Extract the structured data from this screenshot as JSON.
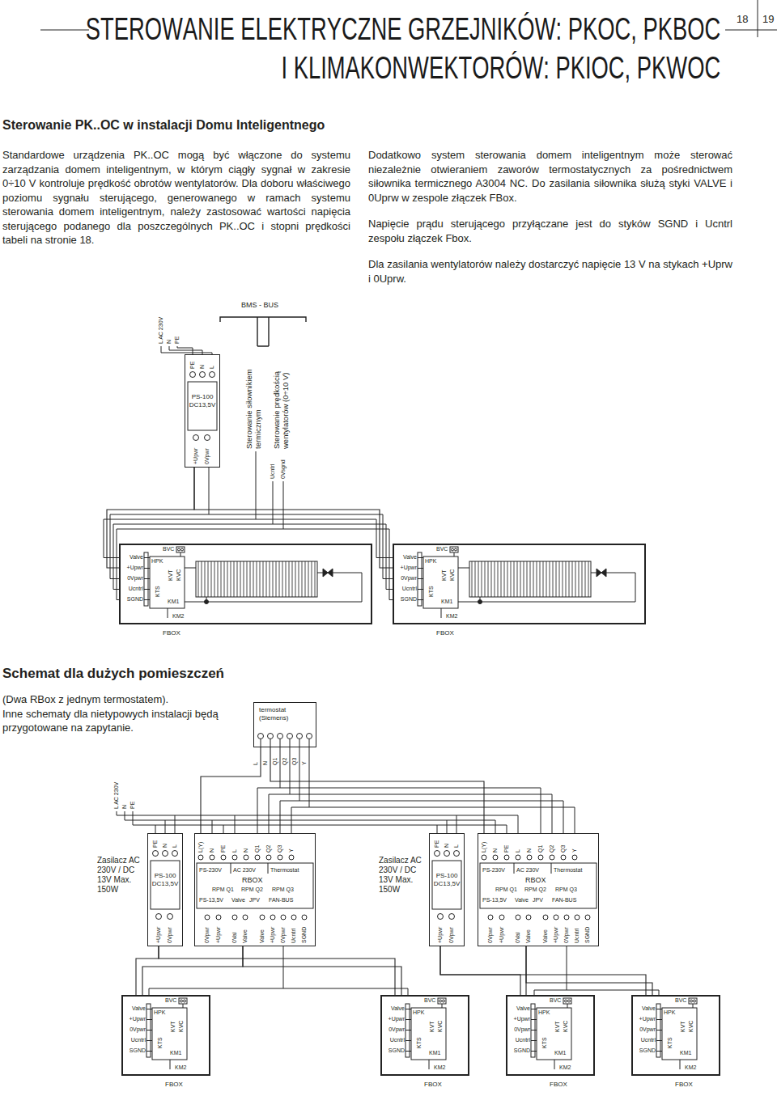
{
  "diagram": {
    "title": "STEROWANIE ELEKTRYCZNE GRZEJNIKÓW: PKOC, PKBOC I KLIMAKONWEKTORÓW: PKIOC, PKWOC",
    "nodes": [
      {
        "text": [
          "PS-100 DC13,5V"
        ]
      },
      {
        "text": [
          "FBOX"
        ]
      },
      {
        "text": [
          "FBOX"
        ]
      },
      {
        "text": [
          "termostat (Siemens)"
        ]
      },
      {
        "text": [
          "PS-100 DC13,5V"
        ]
      },
      {
        "text": [
          "RBOX"
        ]
      },
      {
        "text": [
          "PS-100 DC13,5V"
        ]
      },
      {
        "text": [
          "RBOX"
        ]
      },
      {
        "text": [
          "FBOX"
        ]
      },
      {
        "text": [
          "FBOX"
        ]
      },
      {
        "text": [
          "FBOX"
        ]
      },
      {
        "text": [
          "FBOX"
        ]
      }
    ],
    "edges": [
      {
        "from": 0,
        "to": 1,
        "arrow": "none"
      },
      {
        "from": 0,
        "to": 2,
        "arrow": "none"
      },
      {
        "from": 3,
        "to": 5,
        "arrow": "none"
      },
      {
        "from": 3,
        "to": 7,
        "arrow": "none"
      },
      {
        "from": 4,
        "to": 8,
        "arrow": "none"
      },
      {
        "from": 4,
        "to": 9,
        "arrow": "none"
      },
      {
        "from": 5,
        "to": 8,
        "arrow": "none"
      },
      {
        "from": 5,
        "to": 9,
        "arrow": "none"
      },
      {
        "from": 6,
        "to": 10,
        "arrow": "none"
      },
      {
        "from": 6,
        "to": 11,
        "arrow": "none"
      },
      {
        "from": 7,
        "to": 10,
        "arrow": "none"
      },
      {
        "from": 7,
        "to": 11,
        "arrow": "none"
      }
    ],
    "labels": [
      "18",
      "19",
      "Sterowanie PK..OC w instalacji Domu Inteligentnego",
      "Standardowe urządzenia PK..OC mogą być włączone do systemu zarządzania domem inteligentnym, w którym ciągły sygnał w zakresie 0÷10 V kontroluje prędkość obrotów wentylatorów. Dla doboru właściwego poziomu sygnału sterującego, generowanego w ramach systemu sterowania domem inteligentnym, należy zastosować wartości napięcia sterującego podanego dla poszczególnych PK..OC i stopni prędkości tabeli na stronie 18.",
      "Dodatkowo system sterowania domem inteligentnym może sterować niezależnie otwieraniem zaworów termostatycznych za pośrednictwem siłownika termicznego A3004 NC. Do zasilania siłownika służą styki VALVE i 0Uprw w zespole złączek FBox.",
      "Napięcie prądu sterującego przyłączane jest do styków SGND i Ucntrl zespołu złączek Fbox.",
      "Dla zasilania wentylatorów należy dostarczyć napięcie 13 V na stykach +Uprw i 0Uprw.",
      "L AC 230V",
      "N",
      "PE",
      "PE",
      "N",
      "L",
      "+Upwr",
      "0Vpwr",
      "BMS - BUS",
      "Sterowanie siłownikiem termicznym",
      "Sterowanie prędkością wentylatorów (0÷10 V)",
      "Ucntrl",
      "0Vsgnd",
      "Valve",
      "+Upwr",
      "0Vpwr",
      "Ucntrl",
      "SGND",
      "HPK",
      "BVC",
      "KVT",
      "KVC",
      "KTS",
      "KM1",
      "KM2",
      "Valve",
      "+Upwr",
      "0Vpwr",
      "Ucntrl",
      "SGND",
      "HPK",
      "BVC",
      "KVT",
      "KVC",
      "KTS",
      "KM1",
      "KM2",
      "Schemat dla dużych pomieszczeń",
      "(Dwa RBox z jednym termostatem).",
      "Inne schematy dla nietypowych instalacji będą przygotowane na zapytanie.",
      "L",
      "N",
      "Q1",
      "Q2",
      "Q3",
      "Y",
      "L AC 230V",
      "N",
      "PE",
      "Zasilacz AC 230V / DC 13V Max. 150W",
      "PE",
      "N",
      "L",
      "+Upwr",
      "0Vpwr",
      "L(Y)",
      "N",
      "PE",
      "L",
      "N",
      "Q1",
      "Q2",
      "Q3",
      "Y",
      "PS-230V",
      "AC 230V",
      "Thermostat",
      "RPM Q1",
      "RPM Q2",
      "RPM Q3",
      "PS-13,5V",
      "Valve",
      "JPV",
      "FAN-BUS",
      "0Vpwr",
      "+Upwr",
      "0Val",
      "Valve",
      "Valve",
      "+Upwr",
      "0Vpwr",
      "Ucntrl",
      "SGND",
      "Zasilacz AC 230V / DC 13V Max. 150W",
      "PE",
      "N",
      "L",
      "+Upwr",
      "0Vpwr",
      "L(Y)",
      "N",
      "PE",
      "L",
      "N",
      "Q1",
      "Q2",
      "Q3",
      "Y",
      "PS-230V",
      "AC 230V",
      "Thermostat",
      "RPM Q1",
      "RPM Q2",
      "RPM Q3",
      "PS-13,5V",
      "Valve",
      "JPV",
      "FAN-BUS",
      "0Vpwr",
      "+Upwr",
      "0Val",
      "Valve",
      "Valve",
      "+Upwr",
      "0Vpwr",
      "Ucntrl",
      "SGND",
      "Valve",
      "+Upwr",
      "0Vpwr",
      "Ucntrl",
      "SGND",
      "HPK",
      "BVC",
      "KVT",
      "KVC",
      "KTS",
      "KM1",
      "KM2",
      "Valve",
      "+Upwr",
      "0Vpwr",
      "Ucntrl",
      "SGND",
      "HPK",
      "BVC",
      "KVT",
      "KVC",
      "KTS",
      "KM1",
      "KM2",
      "Valve",
      "+Upwr",
      "0Vpwr",
      "Ucntrl",
      "SGND",
      "HPK",
      "BVC",
      "KVT",
      "KVC",
      "KTS",
      "KM1",
      "KM2",
      "Valve",
      "+Upwr",
      "0Vpwr",
      "Ucntrl",
      "SGND",
      "HPK",
      "BVC",
      "KVT",
      "KVC",
      "KTS",
      "KM1",
      "KM2"
    ]
  }
}
